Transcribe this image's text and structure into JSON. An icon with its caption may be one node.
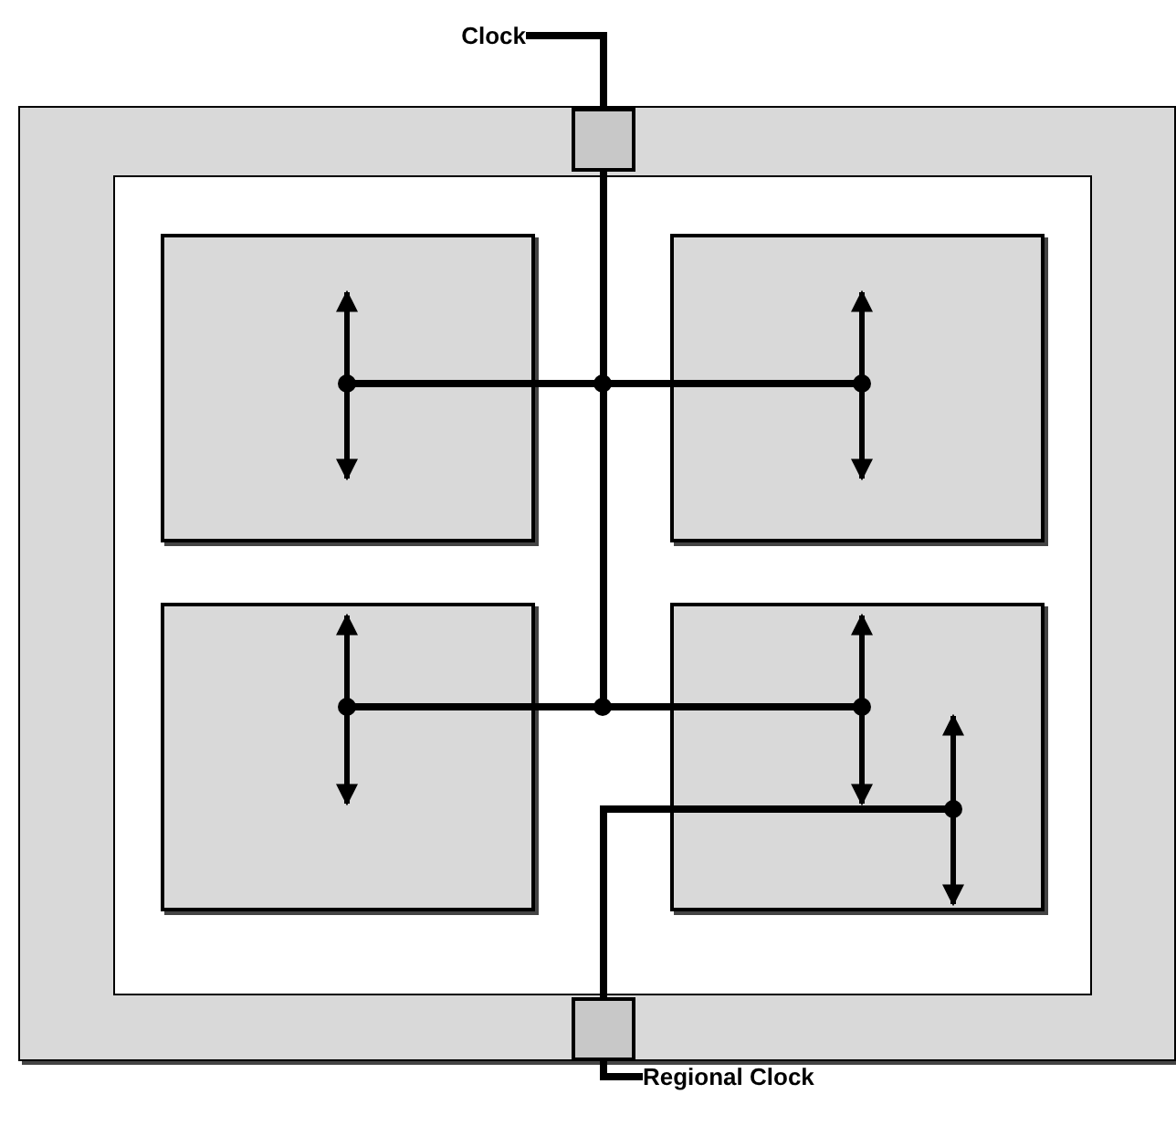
{
  "diagram": {
    "nodes": [
      {
        "text": [
          "Clock"
        ]
      },
      {
        "text": [],
        "shape": "box"
      },
      {
        "text": [],
        "shape": "box",
        "in": 1
      },
      {
        "text": [],
        "shape": "box",
        "in": 1
      },
      {
        "text": [],
        "shape": "box",
        "in": 3
      },
      {
        "text": [],
        "shape": "box",
        "in": 3
      },
      {
        "text": [],
        "shape": "box",
        "in": 3
      },
      {
        "text": [],
        "shape": "box",
        "in": 3
      },
      {
        "text": [],
        "shape": "box",
        "in": 1
      },
      {
        "text": [
          "Regional Clock"
        ]
      }
    ],
    "edges": [
      {
        "from": 0,
        "to": 2,
        "arrow": "none"
      },
      {
        "from": 2,
        "to": 4,
        "arrow": "none"
      },
      {
        "from": 2,
        "to": 5,
        "arrow": "none"
      },
      {
        "from": 2,
        "to": 6,
        "arrow": "none"
      },
      {
        "from": 2,
        "to": 7,
        "arrow": "none"
      },
      {
        "from": 8,
        "to": 7,
        "arrow": "none"
      },
      {
        "from": 9,
        "to": 8,
        "arrow": "none"
      }
    ]
  }
}
